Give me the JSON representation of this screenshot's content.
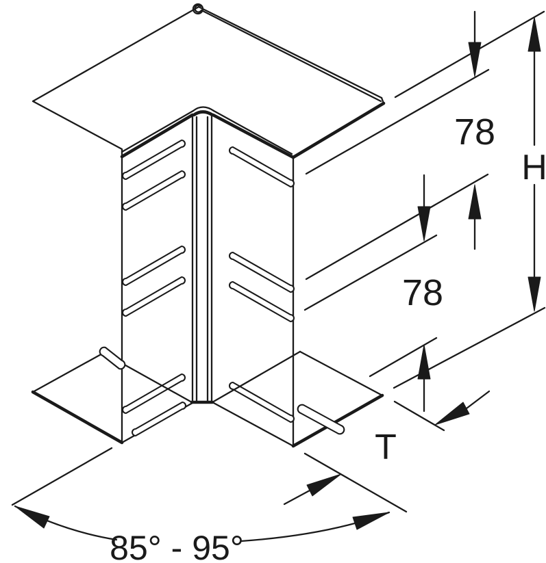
{
  "drawing": {
    "background": "#ffffff",
    "stroke_color": "#1a1a1a",
    "description_labels": {
      "slot_pitch_top": "78",
      "slot_pitch_middle": "78",
      "height": "H",
      "depth": "T",
      "angle_range": "85° - 95°"
    },
    "icons": {
      "screw_head": "screw-head-icon"
    }
  }
}
